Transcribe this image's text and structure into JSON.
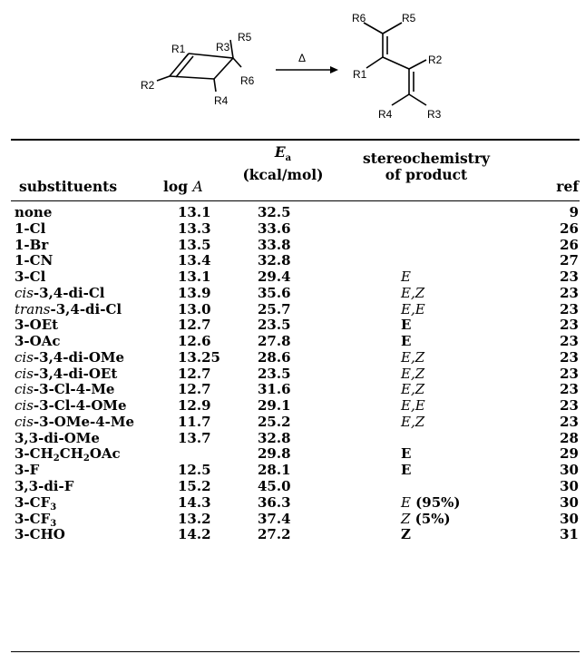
{
  "scheme": {
    "reactant_labels": [
      "R1",
      "R2",
      "R3",
      "R4",
      "R5",
      "R6"
    ],
    "arrow_label": "Δ",
    "product_labels": [
      "R6",
      "R5",
      "R1",
      "R2",
      "R4",
      "R3"
    ]
  },
  "table": {
    "headers": {
      "substituents": "substituents",
      "log_a": "log",
      "log_a_sym": "A",
      "ea_symbol": "E",
      "ea_sub": "a",
      "ea_unit": "(kcal/mol)",
      "stereo_line1": "stereochemistry",
      "stereo_line2": "of product",
      "ref": "ref"
    },
    "rows": [
      {
        "p1": "none",
        "p2": "",
        "p3": "",
        "p4": "",
        "log_a": "13.1",
        "ea": "32.5",
        "stereo": "",
        "stereo_italic": true,
        "ref": "9"
      },
      {
        "p1": "1-Cl",
        "p2": "",
        "p3": "",
        "p4": "",
        "log_a": "13.3",
        "ea": "33.6",
        "stereo": "",
        "stereo_italic": true,
        "ref": "26"
      },
      {
        "p1": "1-Br",
        "p2": "",
        "p3": "",
        "p4": "",
        "log_a": "13.5",
        "ea": "33.8",
        "stereo": "",
        "stereo_italic": true,
        "ref": "26"
      },
      {
        "p1": "1-CN",
        "p2": "",
        "p3": "",
        "p4": "",
        "log_a": "13.4",
        "ea": "32.8",
        "stereo": "",
        "stereo_italic": true,
        "ref": "27"
      },
      {
        "p1": "3-Cl",
        "p2": "",
        "p3": "",
        "p4": "",
        "log_a": "13.1",
        "ea": "29.4",
        "stereo": "E",
        "stereo_italic": true,
        "ref": "23"
      },
      {
        "it": "cis",
        "p1": "-3,4-di-Cl",
        "p2": "",
        "p3": "",
        "p4": "",
        "log_a": "13.9",
        "ea": "35.6",
        "stereo": "E,Z",
        "stereo_italic": true,
        "ref": "23"
      },
      {
        "it": "trans",
        "p1": "-3,4-di-Cl",
        "p2": "",
        "p3": "",
        "p4": "",
        "log_a": "13.0",
        "ea": "25.7",
        "stereo": "E,E",
        "stereo_italic": true,
        "ref": "23"
      },
      {
        "p1": "3-OEt",
        "p2": "",
        "p3": "",
        "p4": "",
        "log_a": "12.7",
        "ea": "23.5",
        "stereo": "E",
        "stereo_italic": false,
        "ref": "23"
      },
      {
        "p1": "3-OAc",
        "p2": "",
        "p3": "",
        "p4": "",
        "log_a": "12.6",
        "ea": "27.8",
        "stereo": "E",
        "stereo_italic": false,
        "ref": "23"
      },
      {
        "it": "cis",
        "p1": "-3,4-di-OMe",
        "p2": "",
        "p3": "",
        "p4": "",
        "log_a": "13.25",
        "ea": "28.6",
        "stereo": "E,Z",
        "stereo_italic": true,
        "ref": "23"
      },
      {
        "it": "cis",
        "p1": "-3,4-di-OEt",
        "p2": "",
        "p3": "",
        "p4": "",
        "log_a": "12.7",
        "ea": "23.5",
        "stereo": "E,Z",
        "stereo_italic": true,
        "ref": "23"
      },
      {
        "it": "cis",
        "p1": "-3-Cl-4-Me",
        "p2": "",
        "p3": "",
        "p4": "",
        "log_a": "12.7",
        "ea": "31.6",
        "stereo": "E,Z",
        "stereo_italic": true,
        "ref": "23"
      },
      {
        "it": "cis",
        "p1": "-3-Cl-4-OMe",
        "p2": "",
        "p3": "",
        "p4": "",
        "log_a": "12.9",
        "ea": "29.1",
        "stereo": "E,E",
        "stereo_italic": true,
        "ref": "23"
      },
      {
        "it": "cis",
        "p1": "-3-OMe-4-Me",
        "p2": "",
        "p3": "",
        "p4": "",
        "log_a": "11.7",
        "ea": "25.2",
        "stereo": "E,Z",
        "stereo_italic": true,
        "ref": "23"
      },
      {
        "p1": "3,3-di-OMe",
        "p2": "",
        "p3": "",
        "p4": "",
        "log_a": "13.7",
        "ea": "32.8",
        "stereo": "",
        "stereo_italic": true,
        "ref": "28"
      },
      {
        "p1": "3-CH",
        "s1": "2",
        "p2": "CH",
        "s2": "2",
        "p3": "OAc",
        "p4": "",
        "log_a": "",
        "ea": "29.8",
        "stereo": "E",
        "stereo_italic": false,
        "ref": "29"
      },
      {
        "p1": "3-F",
        "p2": "",
        "p3": "",
        "p4": "",
        "log_a": "12.5",
        "ea": "28.1",
        "stereo": "E",
        "stereo_italic": false,
        "ref": "30"
      },
      {
        "p1": "3,3-di-F",
        "p2": "",
        "p3": "",
        "p4": "",
        "log_a": "15.2",
        "ea": "45.0",
        "stereo": "",
        "stereo_italic": true,
        "ref": "30"
      },
      {
        "p1": "3-CF",
        "s1": "3",
        "p2": "",
        "p3": "",
        "p4": "",
        "log_a": "14.3",
        "ea": "36.3",
        "stereo": "E",
        "stereo_note": " (95%)",
        "stereo_italic": true,
        "ref": "30"
      },
      {
        "p1": "3-CF",
        "s1": "3",
        "p2": "",
        "p3": "",
        "p4": "",
        "log_a": "13.2",
        "ea": "37.4",
        "stereo": "Z",
        "stereo_note": " (5%)",
        "stereo_italic": true,
        "ref": "30"
      },
      {
        "p1": "3-CHO",
        "p2": "",
        "p3": "",
        "p4": "",
        "log_a": "14.2",
        "ea": "27.2",
        "stereo": "Z",
        "stereo_italic": false,
        "ref": "31"
      }
    ]
  }
}
